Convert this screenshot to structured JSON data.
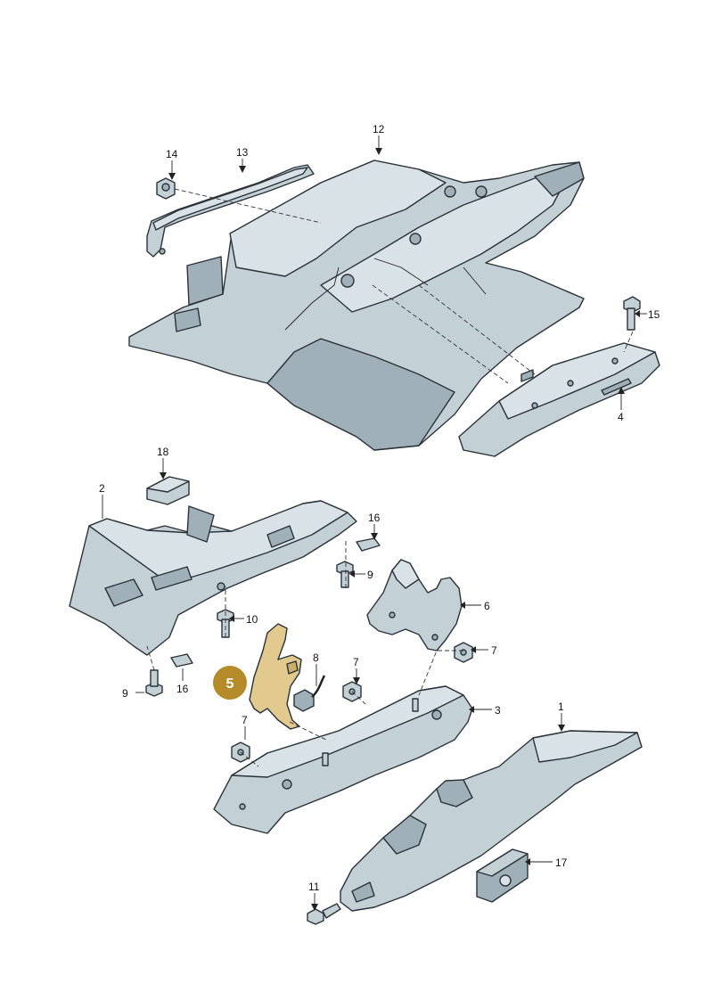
{
  "diagram": {
    "highlighted_part": "5",
    "callouts": [
      "12",
      "13",
      "14",
      "15",
      "4",
      "18",
      "2",
      "16",
      "9",
      "10",
      "6",
      "7",
      "8",
      "5",
      "3",
      "1",
      "17",
      "11"
    ],
    "colors": {
      "part_fill": "#c3d0d6",
      "highlight_fill": "#e2c98e",
      "badge": "#b58b2a",
      "line": "#2a3238"
    }
  }
}
